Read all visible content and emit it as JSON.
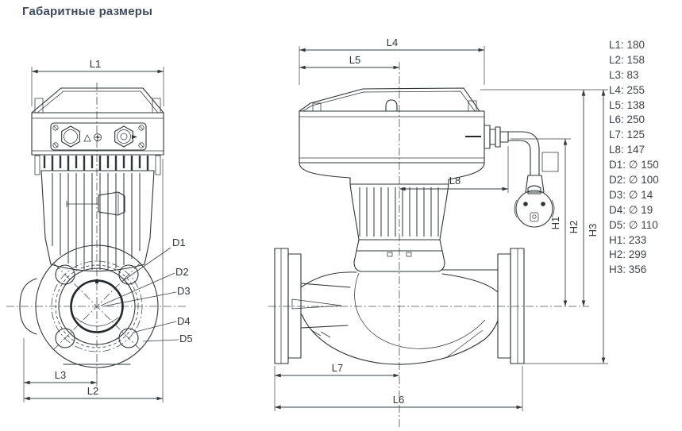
{
  "title": "Габаритные размеры",
  "dims": {
    "L1": "L1",
    "L2": "L2",
    "L3": "L3",
    "L4": "L4",
    "L5": "L5",
    "L6": "L6",
    "L7": "L7",
    "L8": "L8",
    "D1": "D1",
    "D2": "D2",
    "D3": "D3",
    "D4": "D4",
    "D5": "D5",
    "H1": "H1",
    "H2": "H2",
    "H3": "H3"
  },
  "legend": {
    "items": [
      {
        "label": "L1",
        "value": "180",
        "text": "L1: 180"
      },
      {
        "label": "L2",
        "value": "158",
        "text": "L2: 158"
      },
      {
        "label": "L3",
        "value": "83",
        "text": "L3: 83"
      },
      {
        "label": "L4",
        "value": "255",
        "text": "L4: 255"
      },
      {
        "label": "L5",
        "value": "138",
        "text": "L5: 138"
      },
      {
        "label": "L6",
        "value": "250",
        "text": "L6: 250"
      },
      {
        "label": "L7",
        "value": "125",
        "text": "L7: 125"
      },
      {
        "label": "L8",
        "value": "147",
        "text": "L8: 147"
      },
      {
        "label": "D1",
        "value": "∅ 150",
        "text": "D1: ∅ 150"
      },
      {
        "label": "D2",
        "value": "∅ 100",
        "text": "D2: ∅ 100"
      },
      {
        "label": "D3",
        "value": "∅ 14",
        "text": "D3: ∅ 14"
      },
      {
        "label": "D4",
        "value": "∅ 19",
        "text": "D4: ∅ 19"
      },
      {
        "label": "D5",
        "value": "∅ 110",
        "text": "D5: ∅ 110"
      },
      {
        "label": "H1",
        "value": "233",
        "text": "H1: 233"
      },
      {
        "label": "H2",
        "value": "299",
        "text": "H2: 299"
      },
      {
        "label": "H3",
        "value": "356",
        "text": "H3: 356"
      }
    ]
  },
  "colors": {
    "line": "#2f3437",
    "dimension": "#3a3f44",
    "title_text": "#3e4a5a",
    "legend_text": "#3e434a",
    "background": "#ffffff"
  }
}
